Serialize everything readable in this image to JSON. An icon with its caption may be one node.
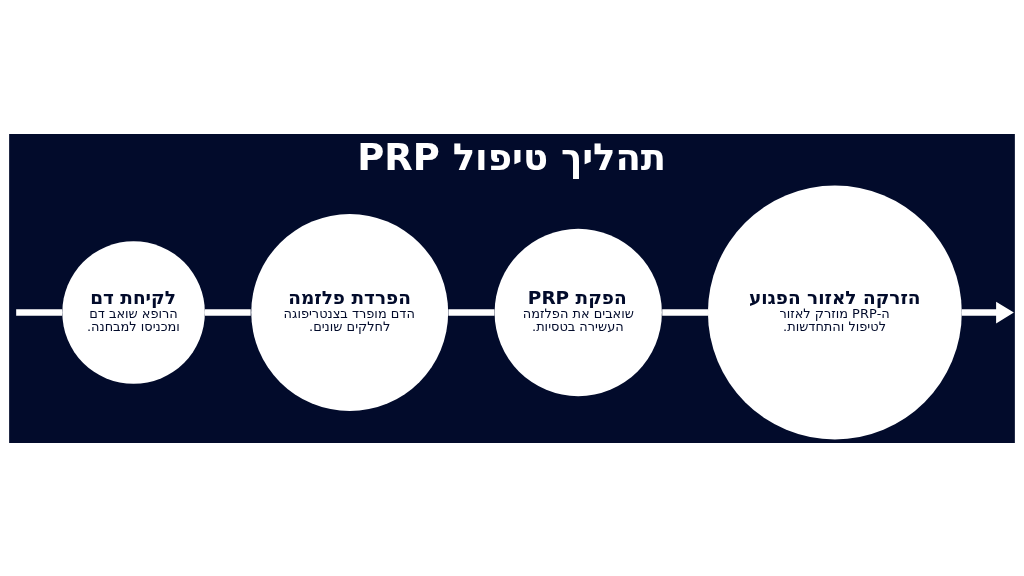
{
  "diagram": {
    "title": "תהליך טיפול PRP",
    "nodes": [
      {
        "text": [
          "לקיחת דם",
          "הרופא שואב דם ומכניסו למבחנה."
        ]
      },
      {
        "text": [
          "הפרדת פלזמה",
          "הדם מופרד בצנטריפוגה לחלקים שונים."
        ]
      },
      {
        "text": [
          "הפקת PRP",
          "שואבים את הפלזמה העשירה בטסיות."
        ]
      },
      {
        "text": [
          "הזרקה לאזור הפגוע",
          "ה-PRP מוזרק לאזור לטיפול והתחדשות."
        ]
      }
    ],
    "edges": [
      {
        "from": null,
        "to": 0,
        "arrow": "none"
      },
      {
        "from": 0,
        "to": 1,
        "arrow": "none"
      },
      {
        "from": 1,
        "to": 2,
        "arrow": "none"
      },
      {
        "from": 2,
        "to": 3,
        "arrow": "none"
      },
      {
        "from": 3,
        "to": null,
        "arrow": "to"
      }
    ]
  }
}
